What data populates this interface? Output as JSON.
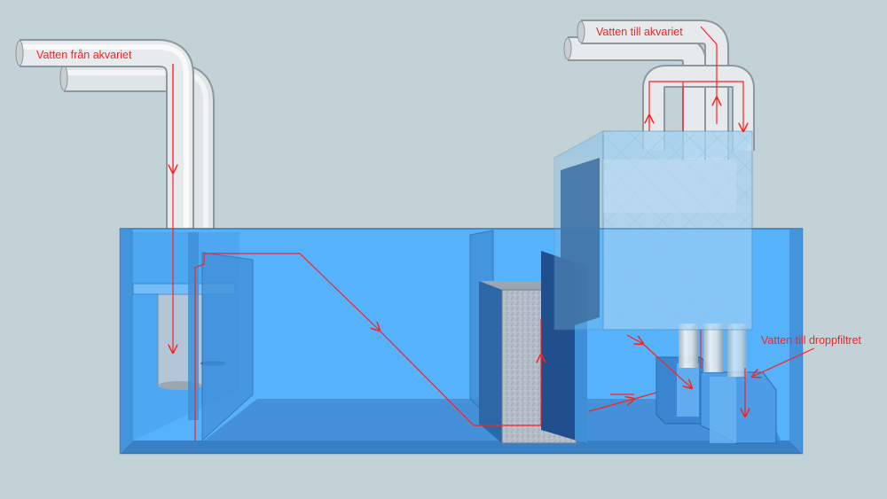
{
  "labels": {
    "from_aquarium": "Vatten från akvariet",
    "to_aquarium": "Vatten till akvariet",
    "to_drip_filter": "Vatten till droppfiltret"
  },
  "colors": {
    "background": "#c2d2d6",
    "water": "#56b2fb",
    "water_dark": "#3d8bd2",
    "pipe": "#e4e8ea",
    "flow_arrow": "#ff2020",
    "sponge": "#b4bcc6"
  }
}
